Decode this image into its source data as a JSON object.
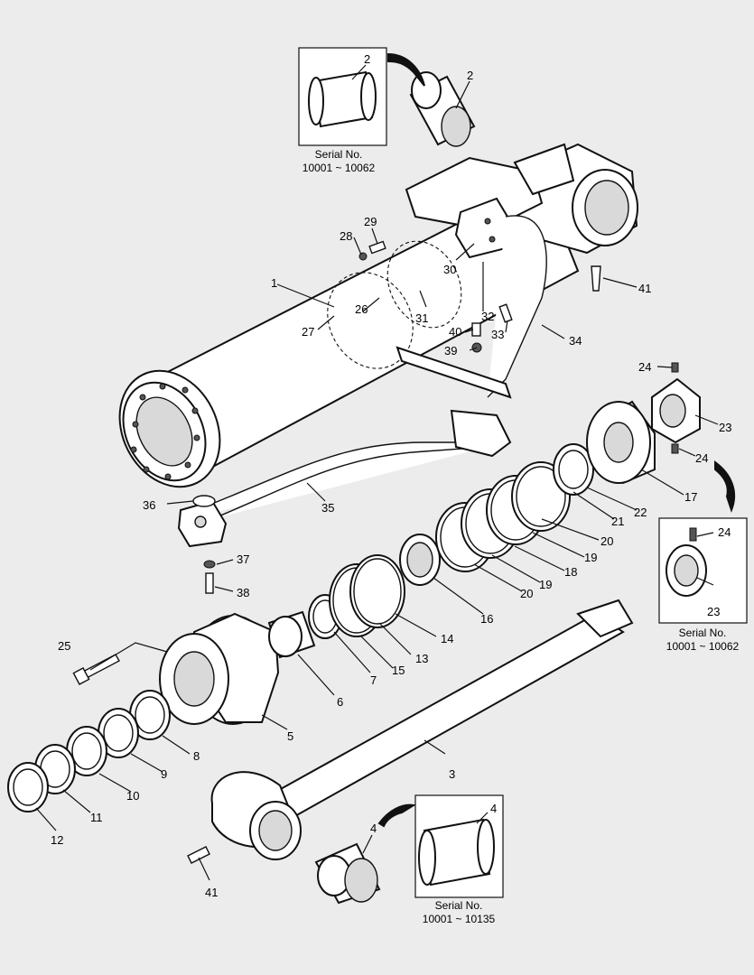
{
  "labels": {
    "p1": "1",
    "p2a": "2",
    "p2b": "2",
    "p3": "3",
    "p4a": "4",
    "p4b": "4",
    "p5": "5",
    "p6": "6",
    "p7": "7",
    "p8": "8",
    "p9": "9",
    "p10": "10",
    "p11": "11",
    "p12": "12",
    "p13": "13",
    "p14": "14",
    "p15": "15",
    "p16": "16",
    "p17": "17",
    "p18": "18",
    "p19a": "19",
    "p19b": "19",
    "p20a": "20",
    "p20b": "20",
    "p21": "21",
    "p22": "22",
    "p23a": "23",
    "p23b": "23",
    "p24a": "24",
    "p24b": "24",
    "p24c": "24",
    "p25": "25",
    "p26": "26",
    "p27": "27",
    "p28": "28",
    "p29": "29",
    "p30": "30",
    "p31": "31",
    "p32": "32",
    "p33": "33",
    "p34": "34",
    "p35": "35",
    "p36": "36",
    "p37": "37",
    "p38": "38",
    "p39": "39",
    "p40": "40",
    "p41a": "41",
    "p41b": "41"
  },
  "insets": {
    "bushing_top": {
      "caption": "Serial No.",
      "range": "10001 ~ 10062"
    },
    "nut_right": {
      "caption": "Serial No.",
      "range": "10001 ~ 10062"
    },
    "bushing_bottom": {
      "caption": "Serial No.",
      "range": "10001 ~ 10135"
    }
  }
}
